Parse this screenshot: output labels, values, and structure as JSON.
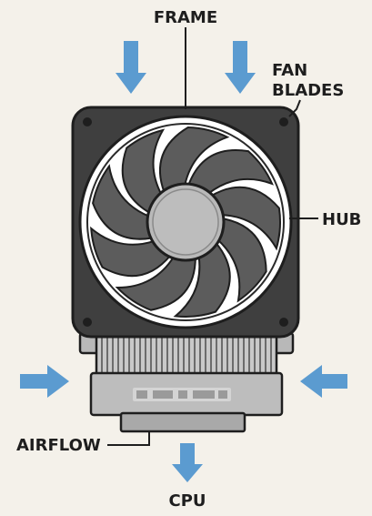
{
  "labels": {
    "frame": "FRAME",
    "fan_line1": "FAN",
    "fan_line2": "BLADES",
    "hub": "HUB",
    "airflow": "AIRFLOW",
    "cpu": "CPU"
  },
  "colors": {
    "background": "#f4f1ea",
    "arrow": "#5b9bd0",
    "frame": "#3f3f3f",
    "fan_blade": "#5c5c5c",
    "hub": "#b9b9b9",
    "heatsink": "#bdbdbd",
    "outline": "#1e1e1e"
  },
  "icons": {
    "arrow": "blue-airflow-arrow",
    "screw": "corner-screw-icon"
  }
}
